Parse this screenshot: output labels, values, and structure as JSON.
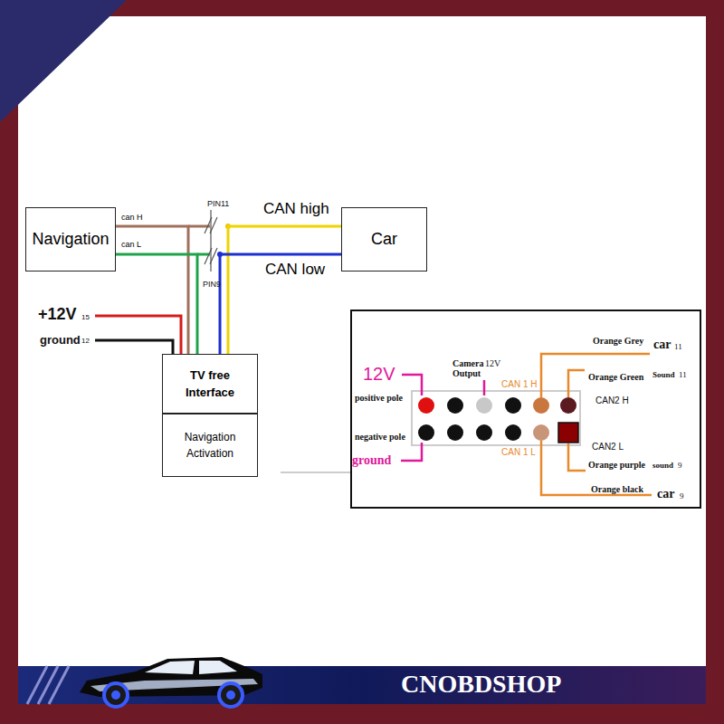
{
  "diagram": {
    "nodes": [
      {
        "text": [
          "Navigation"
        ]
      },
      {
        "text": [
          "Car"
        ]
      },
      {
        "text": [
          "TV free Interface"
        ]
      },
      {
        "text": [
          "Navigation Activation"
        ]
      }
    ],
    "edges": [
      {
        "from": 0,
        "to": 2,
        "arrow": "none",
        "label": "can H"
      },
      {
        "from": 0,
        "to": 2,
        "arrow": "none",
        "label": "can L"
      },
      {
        "from": 1,
        "to": 2,
        "arrow": "none",
        "label": "CAN high"
      },
      {
        "from": 1,
        "to": 2,
        "arrow": "none",
        "label": "CAN low"
      }
    ],
    "labels": [
      "PIN11",
      "PIN9",
      "+12V",
      "15",
      "ground",
      "12",
      "12V",
      "positive pole",
      "negative pole",
      "ground",
      "Camera Output",
      "12V",
      "CAN 1 H",
      "CAN 1 L",
      "Orange Grey",
      "car",
      "11",
      "Orange Green",
      "Sound",
      "11",
      "CAN2 H",
      "CAN2 L",
      "Orange purple",
      "sound",
      "9",
      "Orange black",
      "car",
      "9",
      "CNOBDSHOP"
    ]
  }
}
